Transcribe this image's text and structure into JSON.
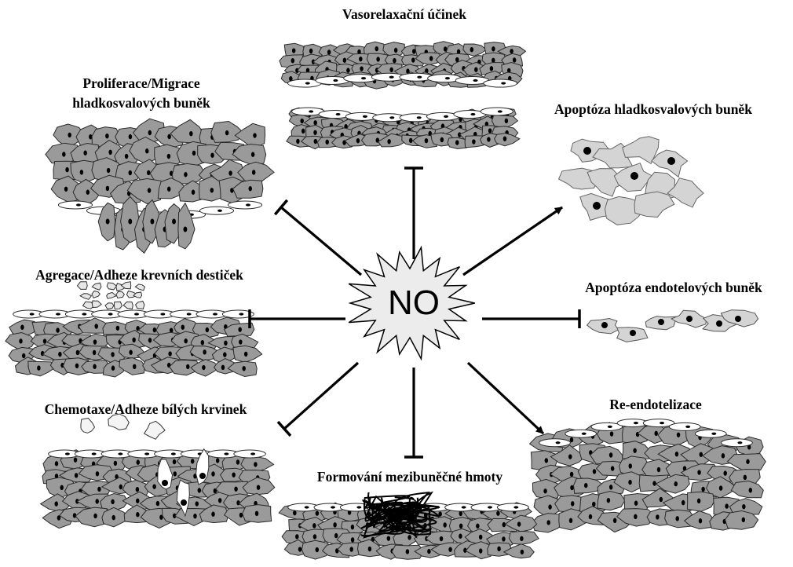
{
  "center": {
    "label": "NO"
  },
  "effects": [
    {
      "id": "vasorelaxation",
      "label": "Vasorelaxační účinek",
      "relation": "inhibits"
    },
    {
      "id": "smc-proliferation",
      "label_lines": [
        "Proliferace/Migrace",
        "hladkosvalových buněk"
      ],
      "relation": "inhibits"
    },
    {
      "id": "smc-apoptosis",
      "label": "Apoptóza hladkosvalových buněk",
      "relation": "promotes"
    },
    {
      "id": "platelet-aggregation",
      "label": "Agregace/Adheze krevních destiček",
      "relation": "inhibits"
    },
    {
      "id": "endothelial-apoptosis",
      "label": "Apoptóza endotelových buněk",
      "relation": "inhibits"
    },
    {
      "id": "leukocyte-chemotaxis",
      "label": "Chemotaxe/Adheze bílých krvinek",
      "relation": "inhibits"
    },
    {
      "id": "re-endothelialization",
      "label": "Re-endotelizace",
      "relation": "promotes"
    },
    {
      "id": "ecm-formation",
      "label": "Formování mezibuněčné hmoty",
      "relation": "inhibits"
    }
  ],
  "colors": {
    "cell_fill": "#9a9a9a",
    "cell_stroke": "#2a2a2a",
    "nucleus": "#000000",
    "endothelium": "#ffffff",
    "apoptotic_cell": "#d4d4d4",
    "platelet": "#e6e6e6",
    "burst": "#ececec"
  }
}
